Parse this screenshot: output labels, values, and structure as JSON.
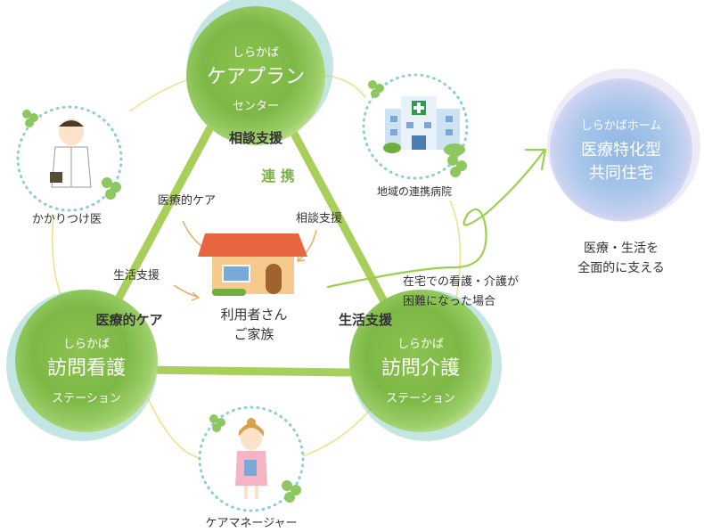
{
  "colors": {
    "line_yellow": "#f2e08a",
    "bar_green": "#a8cf5a",
    "circle_green": "#7fb94a",
    "circle_teal": "#8fd0c8",
    "link_text": "#7ab640",
    "arrow_green": "#9bcf4e",
    "house_roof": "#e8663f",
    "house_wall": "#f6c98d",
    "door": "#a0622f",
    "hospital_blue": "#78a9d8",
    "sky_blue": "#bcdcf0",
    "clover": "#8cc760"
  },
  "nodes": {
    "care_plan": {
      "line1": "しらかば",
      "line2": "ケアプラン",
      "line3": "センター",
      "tag": "相談支援"
    },
    "nursing": {
      "line1": "しらかば",
      "line2": "訪問看護",
      "line3": "ステーション",
      "tag": "医療的ケア"
    },
    "home_care": {
      "line1": "しらかば",
      "line2": "訪問介護",
      "line3": "ステーション",
      "tag": "生活支援"
    },
    "home": {
      "line1": "しらかばホーム",
      "line2": "医療特化型",
      "line3": "共同住宅"
    }
  },
  "center": {
    "line1": "利用者さん",
    "line2": "ご家族"
  },
  "labels": {
    "renkei": "連 携",
    "iryo_care": "医療的ケア",
    "sodan": "相談支援",
    "seikatsu": "生活支援",
    "doctor": "かかりつけ医",
    "hospital": "地域の連携病院",
    "manager": "ケアマネージャー",
    "transition_1": "在宅での看護・介護が",
    "transition_2": "困難になった場合",
    "home_note_1": "医療・生活を",
    "home_note_2": "全面的に支える"
  },
  "icons": {
    "doctor": "doctor-illustration",
    "hospital": "hospital-icon",
    "manager": "care-manager-illustration",
    "house": "house-icon",
    "arrow": "arrow-icon"
  }
}
